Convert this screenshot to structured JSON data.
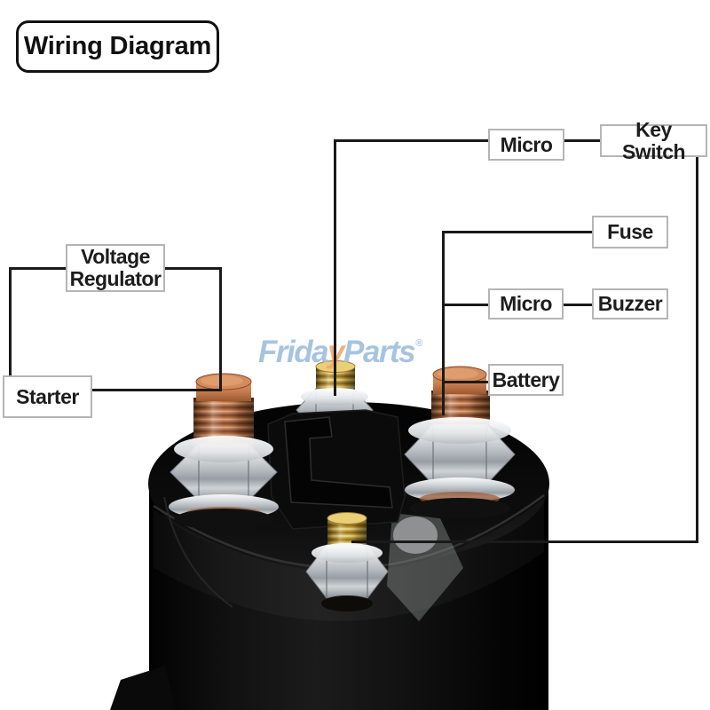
{
  "title": "Wiring Diagram",
  "labels": {
    "micro_key": "Micro",
    "key_switch": "Key Switch",
    "fuse": "Fuse",
    "micro_buzzer": "Micro",
    "buzzer": "Buzzer",
    "battery": "Battery",
    "voltage_regulator": "Voltage Regulator",
    "starter": "Starter"
  },
  "watermark": {
    "prefix": "Frida",
    "accent_letter": "y",
    "suffix": "Parts",
    "registered_mark": "®"
  },
  "photo": {
    "subject": "starter-solenoid",
    "terminal_icons": [
      "copper-stud-left-icon",
      "small-brass-stud-top-icon",
      "copper-stud-right-icon",
      "small-brass-stud-bottom-icon"
    ]
  },
  "colors": {
    "wire": "#1a1a1a",
    "label_border": "#b5b5b5",
    "label_text": "#1d1d1d",
    "title_border": "#111111",
    "watermark_blue": "#9dbedd",
    "watermark_orange": "#f2a868",
    "copper": "#b96f45",
    "brass": "#d0a83f",
    "chrome": "#c9cdd1",
    "solenoid_black": "#0c0c0c"
  }
}
